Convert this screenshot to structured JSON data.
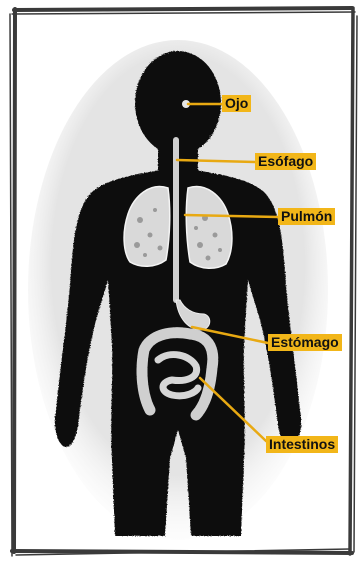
{
  "diagram": {
    "labels": {
      "eye": "Ojo",
      "esophagus": "Esófago",
      "lung": "Pulmón",
      "stomach": "Estómago",
      "intestines": "Intestinos"
    },
    "colors": {
      "label_bg": "#f2b619",
      "leader_line": "#e8a912",
      "body": "#111111",
      "organ": "#dcdcdc"
    }
  }
}
